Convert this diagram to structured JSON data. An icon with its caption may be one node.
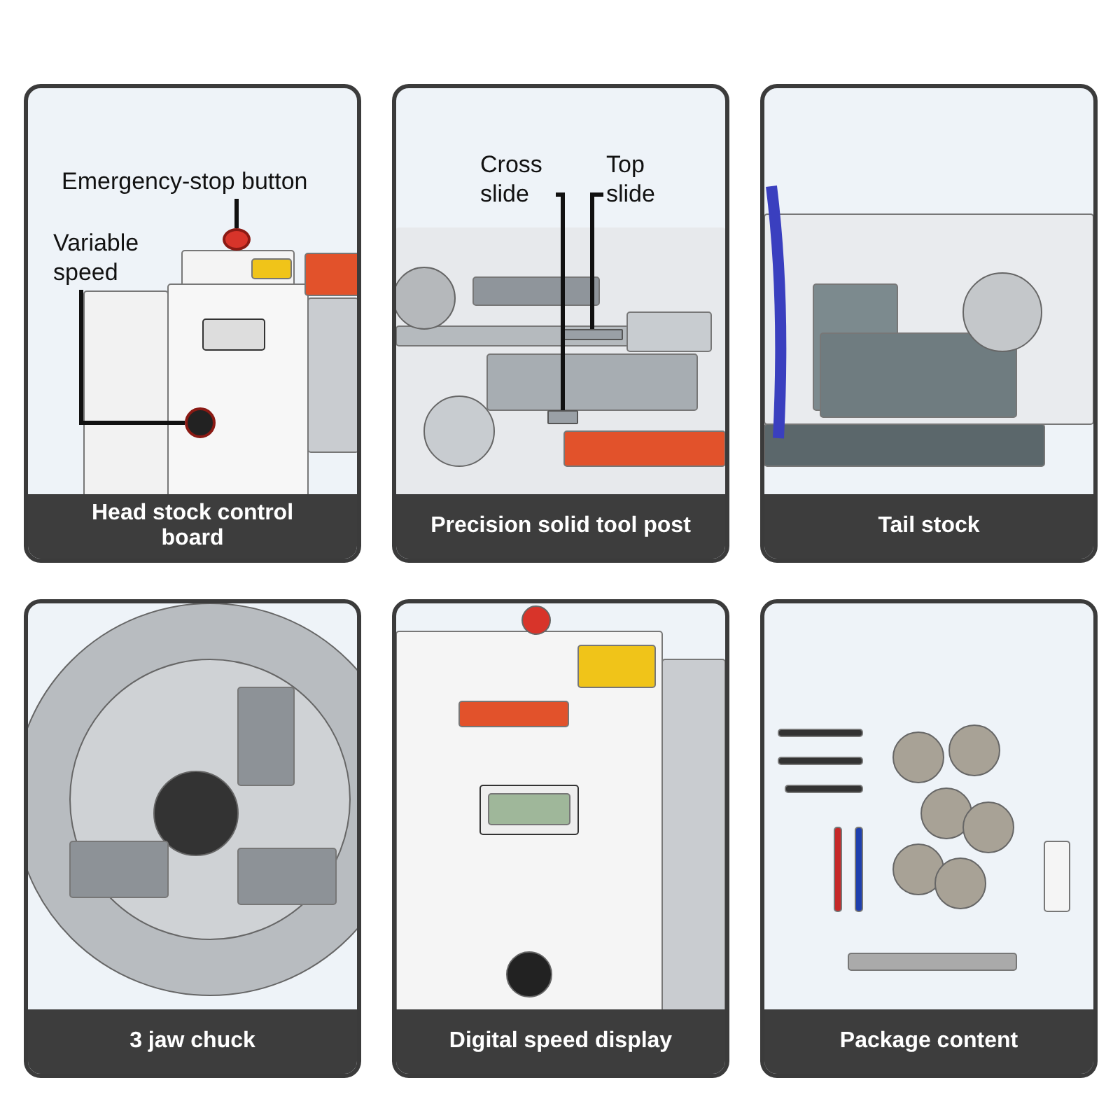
{
  "diagram": {
    "nodes": [
      {
        "text": [
          "Head stock control board"
        ]
      },
      {
        "text": [
          "Emergency-stop button"
        ],
        "in": 0
      },
      {
        "text": [
          "Variable speed"
        ],
        "in": 0
      },
      {
        "text": [],
        "shape": "circle",
        "in": 0
      },
      {
        "text": [],
        "shape": "circle",
        "in": 0
      },
      {
        "text": [
          "Precision solid tool post"
        ]
      },
      {
        "text": [
          "Cross slide"
        ],
        "in": 5
      },
      {
        "text": [
          "Top slide"
        ],
        "in": 5
      },
      {
        "text": [],
        "shape": "box",
        "in": 5
      },
      {
        "text": [],
        "shape": "box",
        "in": 5
      },
      {
        "text": [
          "Tail stock"
        ]
      },
      {
        "text": [
          "3 jaw chuck"
        ]
      },
      {
        "text": [
          "Digital speed display"
        ]
      },
      {
        "text": [
          "Package content"
        ]
      }
    ],
    "edges": [
      {
        "from": 1,
        "to": 3,
        "arrow": "none"
      },
      {
        "from": 2,
        "to": 4,
        "arrow": "none"
      },
      {
        "from": 6,
        "to": 9,
        "arrow": "none"
      },
      {
        "from": 7,
        "to": 8,
        "arrow": "none"
      }
    ]
  }
}
